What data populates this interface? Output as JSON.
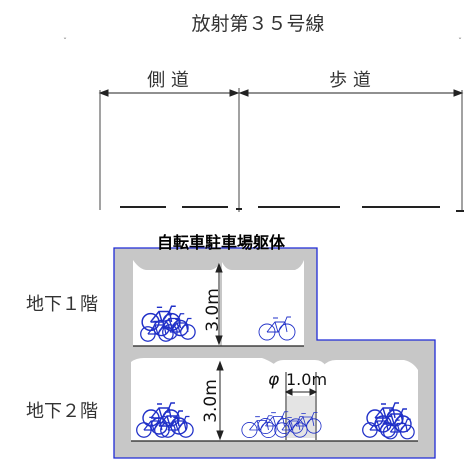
{
  "title": "放射第３５号線",
  "road": {
    "sidewalk_label": "側 道",
    "walkway_label": "歩 道"
  },
  "structure": {
    "label": "自転車駐車場躯体"
  },
  "floors": [
    {
      "label": "地下１階",
      "height_label": "3.0m"
    },
    {
      "label": "地下２階",
      "height_label": "3.0m"
    }
  ],
  "shaft": {
    "label": "1.0m"
  },
  "colors": {
    "concrete": "#c7c7c7",
    "outline": "#1f2bd6",
    "bicycle": "#2030c8",
    "bicycle_white": "#8a8fd8",
    "line": "#222222"
  }
}
